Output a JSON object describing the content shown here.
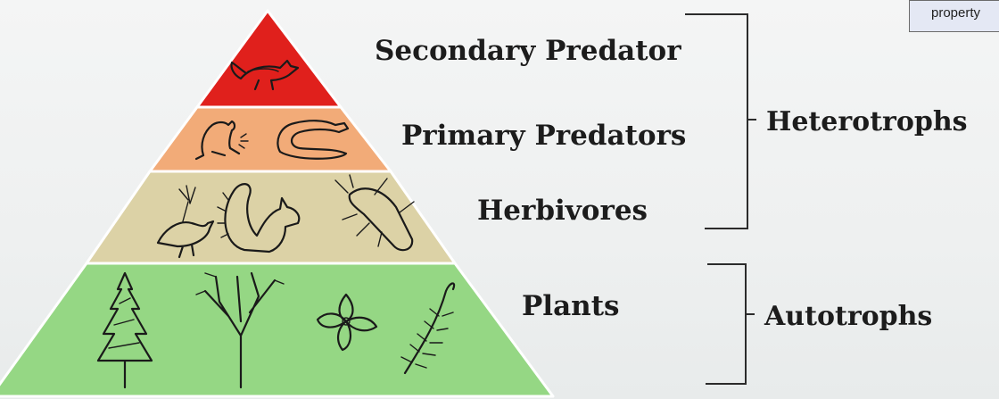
{
  "levels": [
    {
      "label": "Secondary Predator",
      "color": "#e0201c",
      "organisms": [
        "fox"
      ]
    },
    {
      "label": "Primary Predators",
      "color": "#f2ab78",
      "organisms": [
        "frog",
        "snake"
      ]
    },
    {
      "label": "Herbivores",
      "color": "#dcd2a6",
      "organisms": [
        "bird",
        "squirrel",
        "beetle"
      ]
    },
    {
      "label": "Plants",
      "color": "#95d784",
      "organisms": [
        "conifer",
        "bare-tree",
        "flower",
        "fern"
      ]
    }
  ],
  "groups": {
    "heterotrophs": {
      "label": "Heterotrophs",
      "spans": [
        "Secondary Predator",
        "Primary Predators",
        "Herbivores"
      ]
    },
    "autotrophs": {
      "label": "Autotrophs",
      "spans": [
        "Plants"
      ]
    }
  },
  "corner_tag": "property"
}
